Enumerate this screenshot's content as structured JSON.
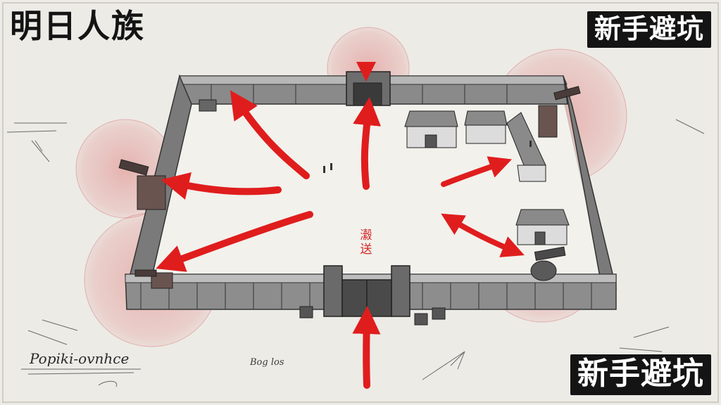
{
  "title": "明日人族",
  "badges": {
    "top": "新手避坑",
    "bottom": "新手避坑"
  },
  "signature": "Popiki-ovnhce",
  "scribble": "Bog los",
  "center_label": [
    "瀫",
    "送"
  ],
  "colors": {
    "background": "#ecebe6",
    "ink": "#222222",
    "wall": "#6f6f6f",
    "wall_light": "#a9a9a9",
    "arrow": "#e01d1d",
    "danger_zone": "#e25b5b"
  },
  "icons": {
    "turret": "cannon-turret-icon",
    "building": "barracks-icon",
    "arrow": "red-direction-arrow",
    "gate": "fortress-gate-icon"
  }
}
